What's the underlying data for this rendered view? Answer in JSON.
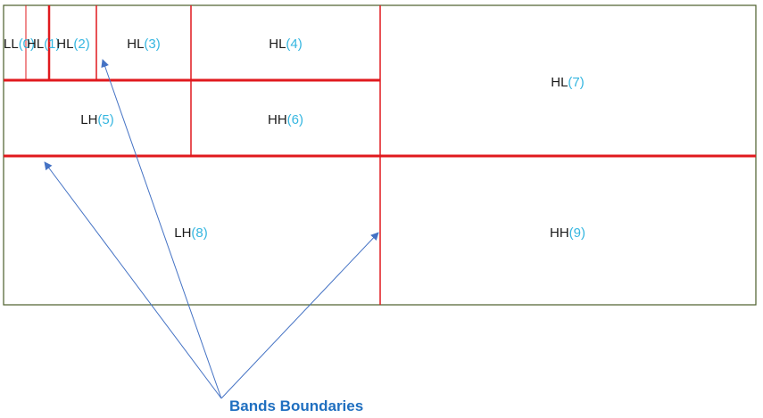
{
  "colors": {
    "grid_outline": "#4b5d2a",
    "band_boundary": "#e0191e",
    "band_letters": "#1a1a1a",
    "band_index": "#35b6e0",
    "arrow": "#4472c4",
    "caption": "#1f6fc0"
  },
  "bands": [
    {
      "id": "band-0",
      "letters": "LL",
      "index": "(0)"
    },
    {
      "id": "band-1",
      "letters": "HL",
      "index": "(1)"
    },
    {
      "id": "band-2",
      "letters": "HL",
      "index": "(2)"
    },
    {
      "id": "band-3",
      "letters": "HL",
      "index": "(3)"
    },
    {
      "id": "band-4",
      "letters": "HL",
      "index": "(4)"
    },
    {
      "id": "band-5",
      "letters": "LH",
      "index": "(5)"
    },
    {
      "id": "band-6",
      "letters": "HH",
      "index": "(6)"
    },
    {
      "id": "band-7",
      "letters": "HL",
      "index": "(7)"
    },
    {
      "id": "band-8",
      "letters": "LH",
      "index": "(8)"
    },
    {
      "id": "band-9",
      "letters": "HH",
      "index": "(9)"
    }
  ],
  "annotation": {
    "label": "Bands Boundaries"
  }
}
